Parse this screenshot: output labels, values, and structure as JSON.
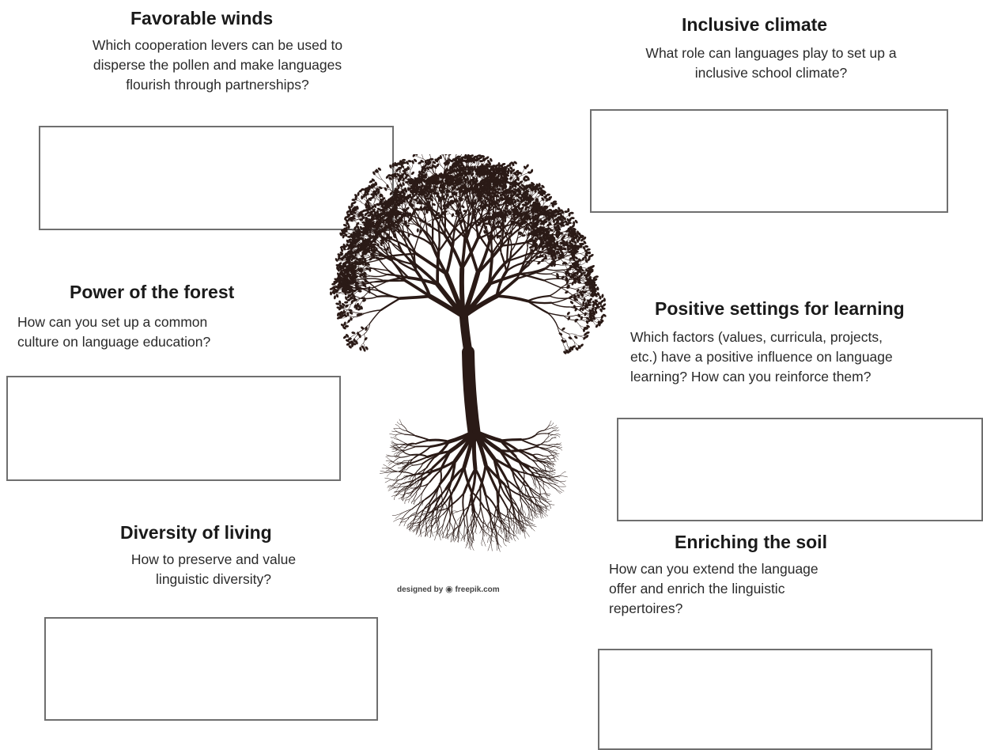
{
  "sections": {
    "favorable_winds": {
      "title": "Favorable winds",
      "lines": [
        "Which cooperation levers can be used to",
        "disperse the pollen and make languages",
        "flourish through partnerships?"
      ]
    },
    "inclusive_climate": {
      "title": "Inclusive climate",
      "lines": [
        "What role can languages play to set up a",
        "inclusive school climate?"
      ]
    },
    "power_of_forest": {
      "title": "Power of the forest",
      "lines": [
        "How can you set up a common",
        "culture on language education?"
      ]
    },
    "positive_settings": {
      "title": "Positive settings for learning",
      "lines": [
        "Which factors (values, curricula, projects,",
        "etc.) have a positive  influence on language",
        "learning? How can you reinforce them?"
      ]
    },
    "diversity_of_living": {
      "title": "Diversity of living",
      "lines": [
        "How to preserve and value",
        "linguistic diversity?"
      ]
    },
    "enriching_soil": {
      "title": "Enriching the soil",
      "lines": [
        "How can you extend the language",
        "offer and enrich the linguistic",
        "repertoires?"
      ]
    }
  },
  "credit": {
    "text": "designed by",
    "logo_icon": "freepik-logo-icon",
    "brand": "freepik.com"
  },
  "colors": {
    "tree": "#2a1a16",
    "box_border": "#6f6f6f"
  }
}
